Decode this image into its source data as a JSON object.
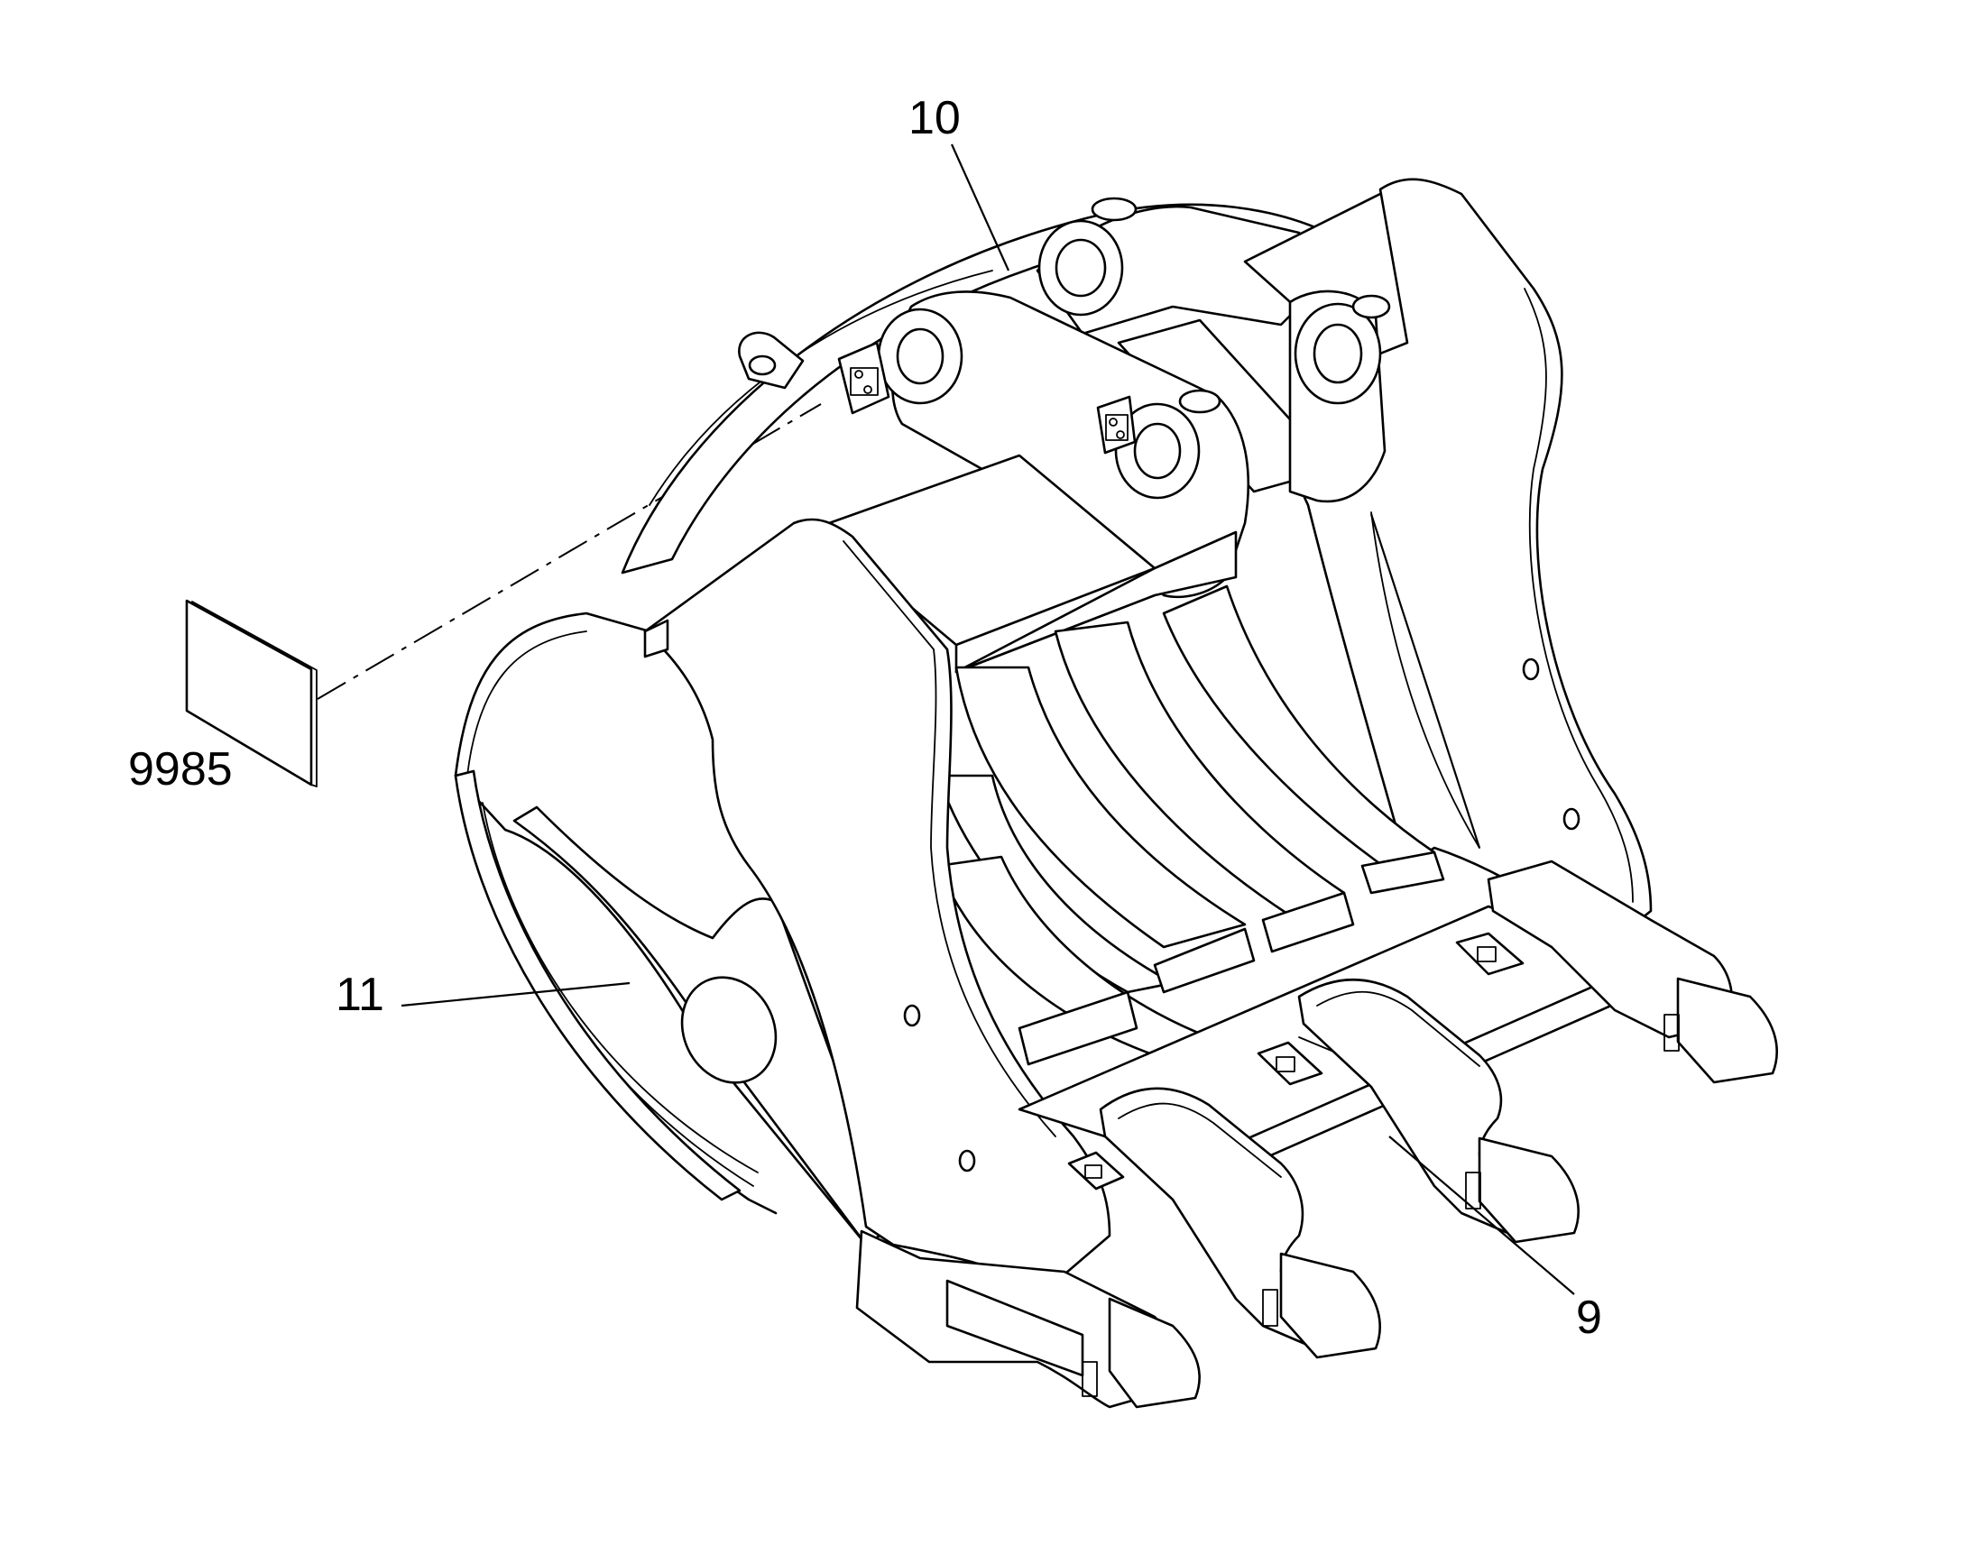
{
  "callouts": [
    {
      "id": "10",
      "label": "10"
    },
    {
      "id": "11",
      "label": "11"
    },
    {
      "id": "9",
      "label": "9"
    },
    {
      "id": "9985",
      "label": "9985"
    }
  ],
  "colors": {
    "line": "#000000",
    "background": "#ffffff"
  }
}
